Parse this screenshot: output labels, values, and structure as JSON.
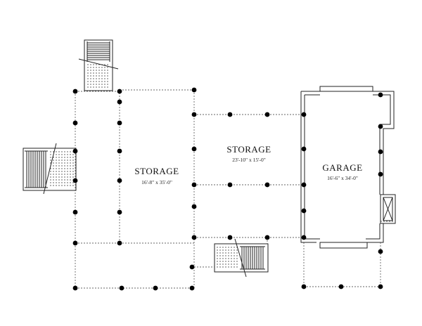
{
  "rooms": {
    "storage_left": {
      "name": "STORAGE",
      "dims": "16'-8\" x 35'-0\""
    },
    "storage_center": {
      "name": "STORAGE",
      "dims": "23'-10\" x 15'-0\""
    },
    "garage": {
      "name": "GARAGE",
      "dims": "16'-6\" x 34'-0\""
    }
  },
  "colors": {
    "line": "#222222",
    "dash": "#666666",
    "column": "#000000",
    "background": "#ffffff"
  }
}
